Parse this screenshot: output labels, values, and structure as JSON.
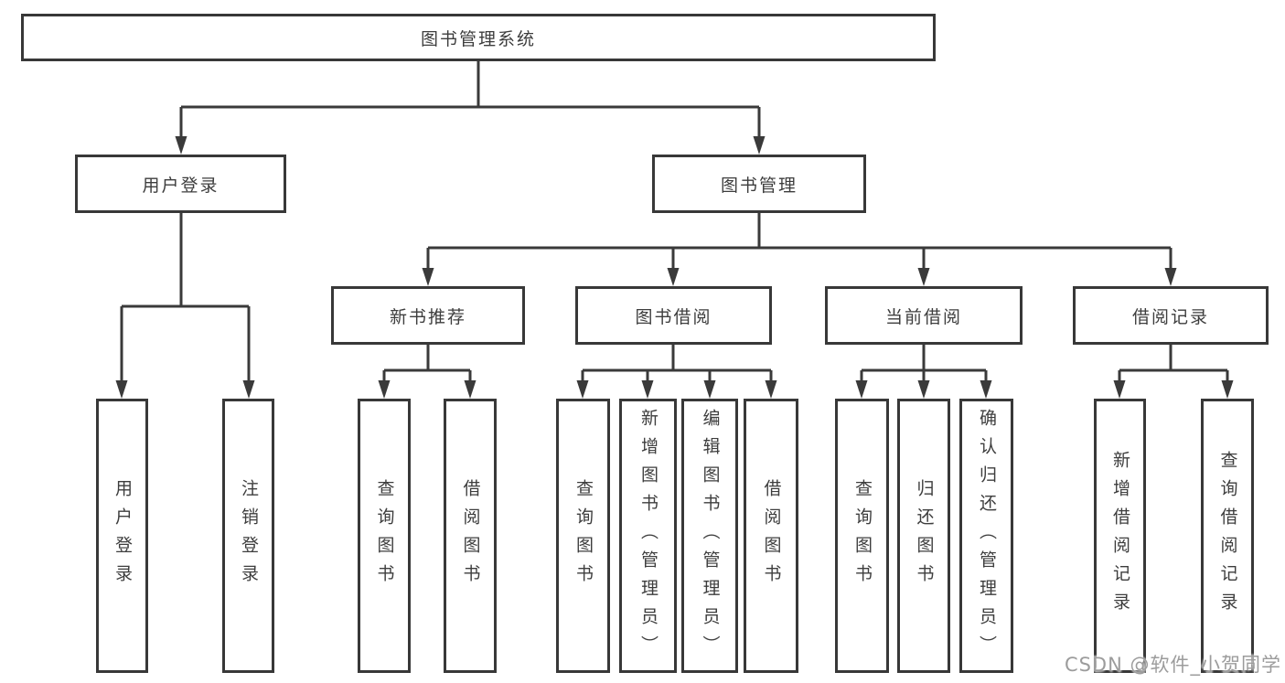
{
  "diagram_title": "图书管理系统",
  "colors": {
    "line": "#3a3a3a",
    "box_border": "#383838",
    "text": "#3d3d3d",
    "background": "#ffffff",
    "watermark": "#9c9c9c"
  },
  "nodes": {
    "root": {
      "label": "图书管理系统"
    },
    "level2": [
      {
        "label": "用户登录"
      },
      {
        "label": "图书管理"
      }
    ],
    "level3": [
      {
        "label": "新书推荐"
      },
      {
        "label": "图书借阅"
      },
      {
        "label": "当前借阅"
      },
      {
        "label": "借阅记录"
      }
    ],
    "leaves": [
      {
        "label": "用户登录"
      },
      {
        "label": "注销登录"
      },
      {
        "label": "查询图书"
      },
      {
        "label": "借阅图书"
      },
      {
        "label": "查询图书"
      },
      {
        "label": "新增图书（管理员）"
      },
      {
        "label": "编辑图书（管理员）"
      },
      {
        "label": "借阅图书"
      },
      {
        "label": "查询图书"
      },
      {
        "label": "归还图书"
      },
      {
        "label": "确认归还（管理员）"
      },
      {
        "label": "新增借阅记录"
      },
      {
        "label": "查询借阅记录"
      }
    ]
  },
  "watermark": "CSDN @软件_小贺同学"
}
